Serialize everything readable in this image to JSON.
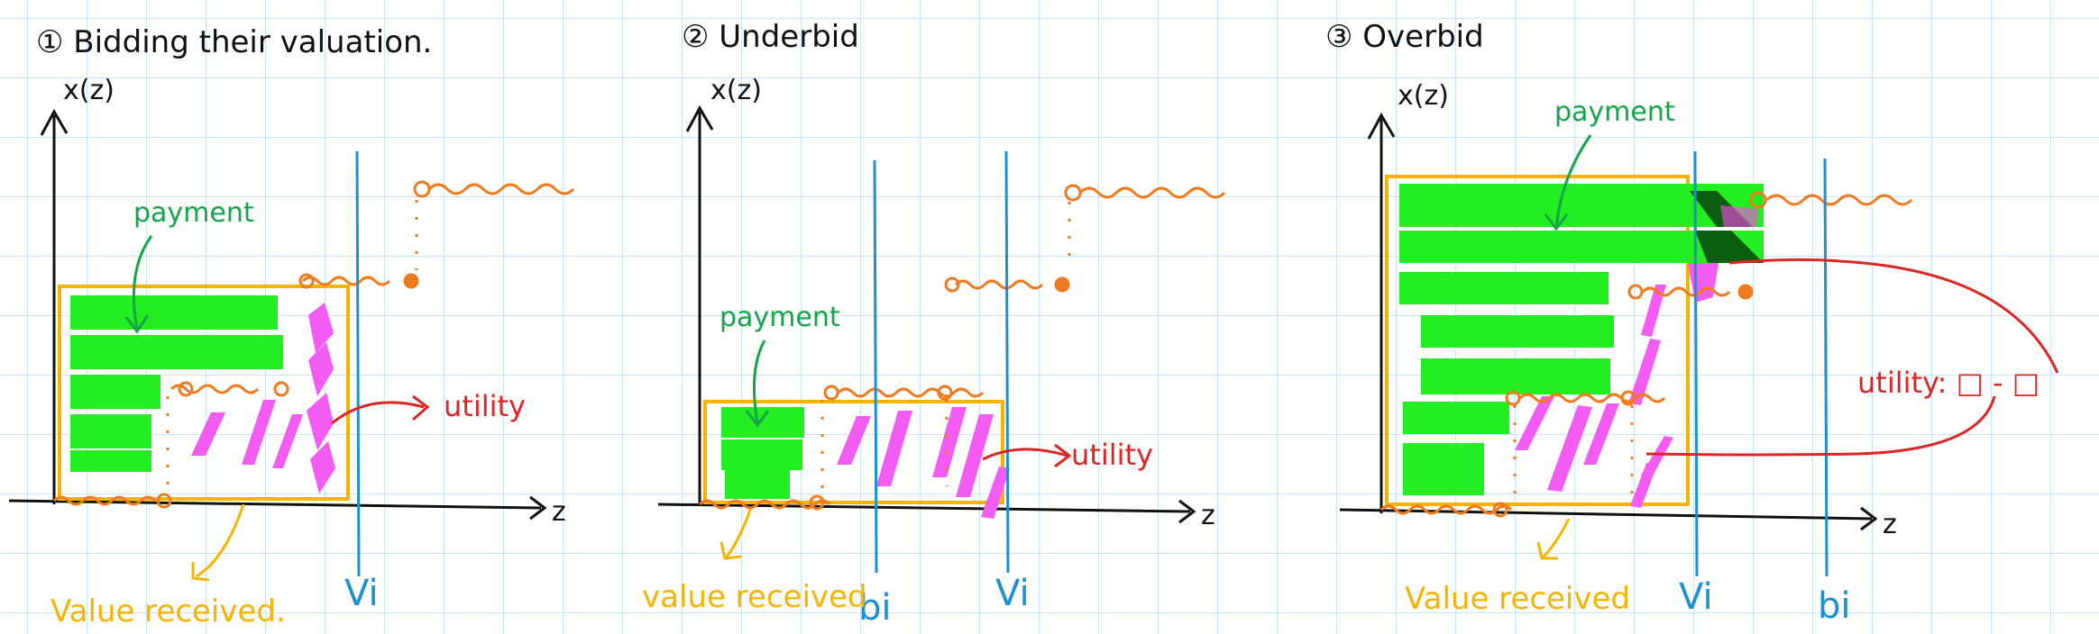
{
  "colors": {
    "grid": "#b9dcf5",
    "axis": "#111111",
    "green": "#22ee22",
    "magenta": "#f25cf2",
    "orange": "#f07a1e",
    "yellow": "#f4b400",
    "blue": "#1e90d0",
    "red": "#dc2626",
    "dark_green": "#0b5e10"
  },
  "panels": [
    {
      "title": "① Bidding their valuation.",
      "y_axis": "x(z)",
      "x_axis": "z",
      "payment": "payment",
      "utility": "utility",
      "value_received": "Value received.",
      "v_label": "Vi"
    },
    {
      "title": "② Underbid",
      "y_axis": "x(z)",
      "x_axis": "z",
      "payment": "payment",
      "utility": "utility",
      "value_received": "value received",
      "b_label": "bi",
      "v_label": "Vi"
    },
    {
      "title": "③ Overbid",
      "y_axis": "x(z)",
      "x_axis": "z",
      "payment": "payment",
      "utility_eq": "utility: □ - □",
      "value_received": "Value received",
      "v_label": "Vi",
      "b_label": "bi"
    }
  ]
}
